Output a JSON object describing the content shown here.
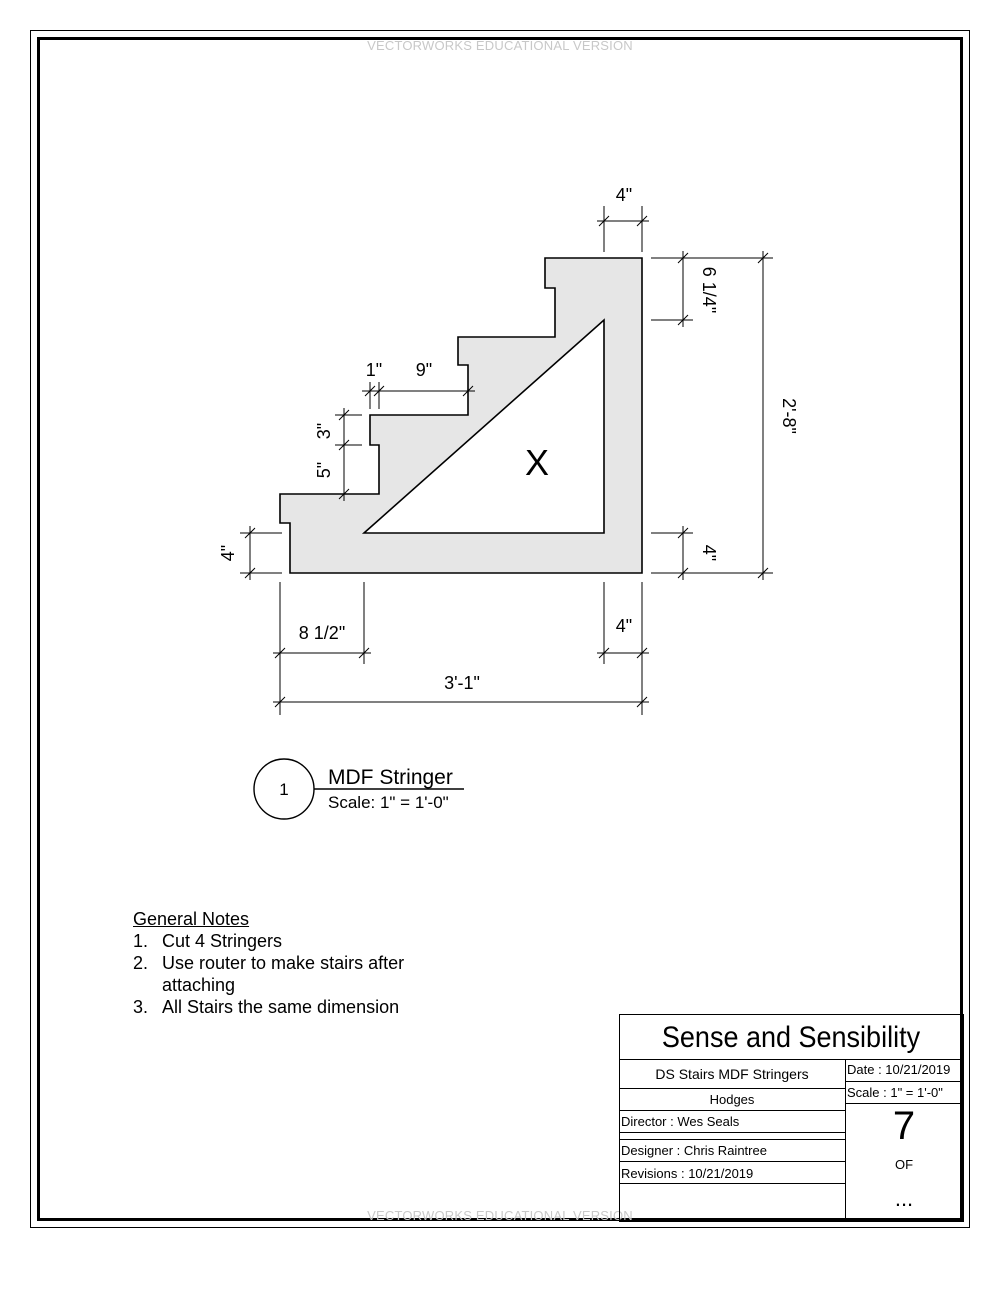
{
  "watermark": "VECTORWORKS EDUCATIONAL VERSION",
  "drawing": {
    "center_mark": "X",
    "dimensions": {
      "top_width": "4\"",
      "top_step": "6 1/4\"",
      "total_height": "2'-8\"",
      "bottom_right_height": "4\"",
      "bottom_right_width": "4\"",
      "left_height": "4\"",
      "bottom_left_width": "8 1/2\"",
      "total_width": "3'-1\"",
      "riser_upper": "3\"",
      "riser_lower": "5\"",
      "nosing": "1\"",
      "tread": "9\""
    }
  },
  "detail": {
    "number": "1",
    "title": "MDF Stringer",
    "scale": "Scale: 1\" = 1'-0\""
  },
  "notes": {
    "title": "General Notes",
    "items": [
      {
        "num": "1.",
        "text": "Cut 4 Stringers"
      },
      {
        "num": "2.",
        "text": "Use router to make stairs after attaching"
      },
      {
        "num": "3.",
        "text": "All Stairs the same dimension"
      }
    ]
  },
  "title_block": {
    "production": "Sense and Sensibility",
    "sheet_title": "DS Stairs MDF Stringers",
    "name": "Hodges",
    "director": "Director :  Wes Seals",
    "designer": "Designer :  Chris Raintree",
    "revisions": "Revisions :  10/21/2019",
    "date": "Date : 10/21/2019",
    "scale": "Scale : 1\" = 1'-0\"",
    "sheet_number": "7",
    "of_label": "OF",
    "total_sheets": "..."
  }
}
